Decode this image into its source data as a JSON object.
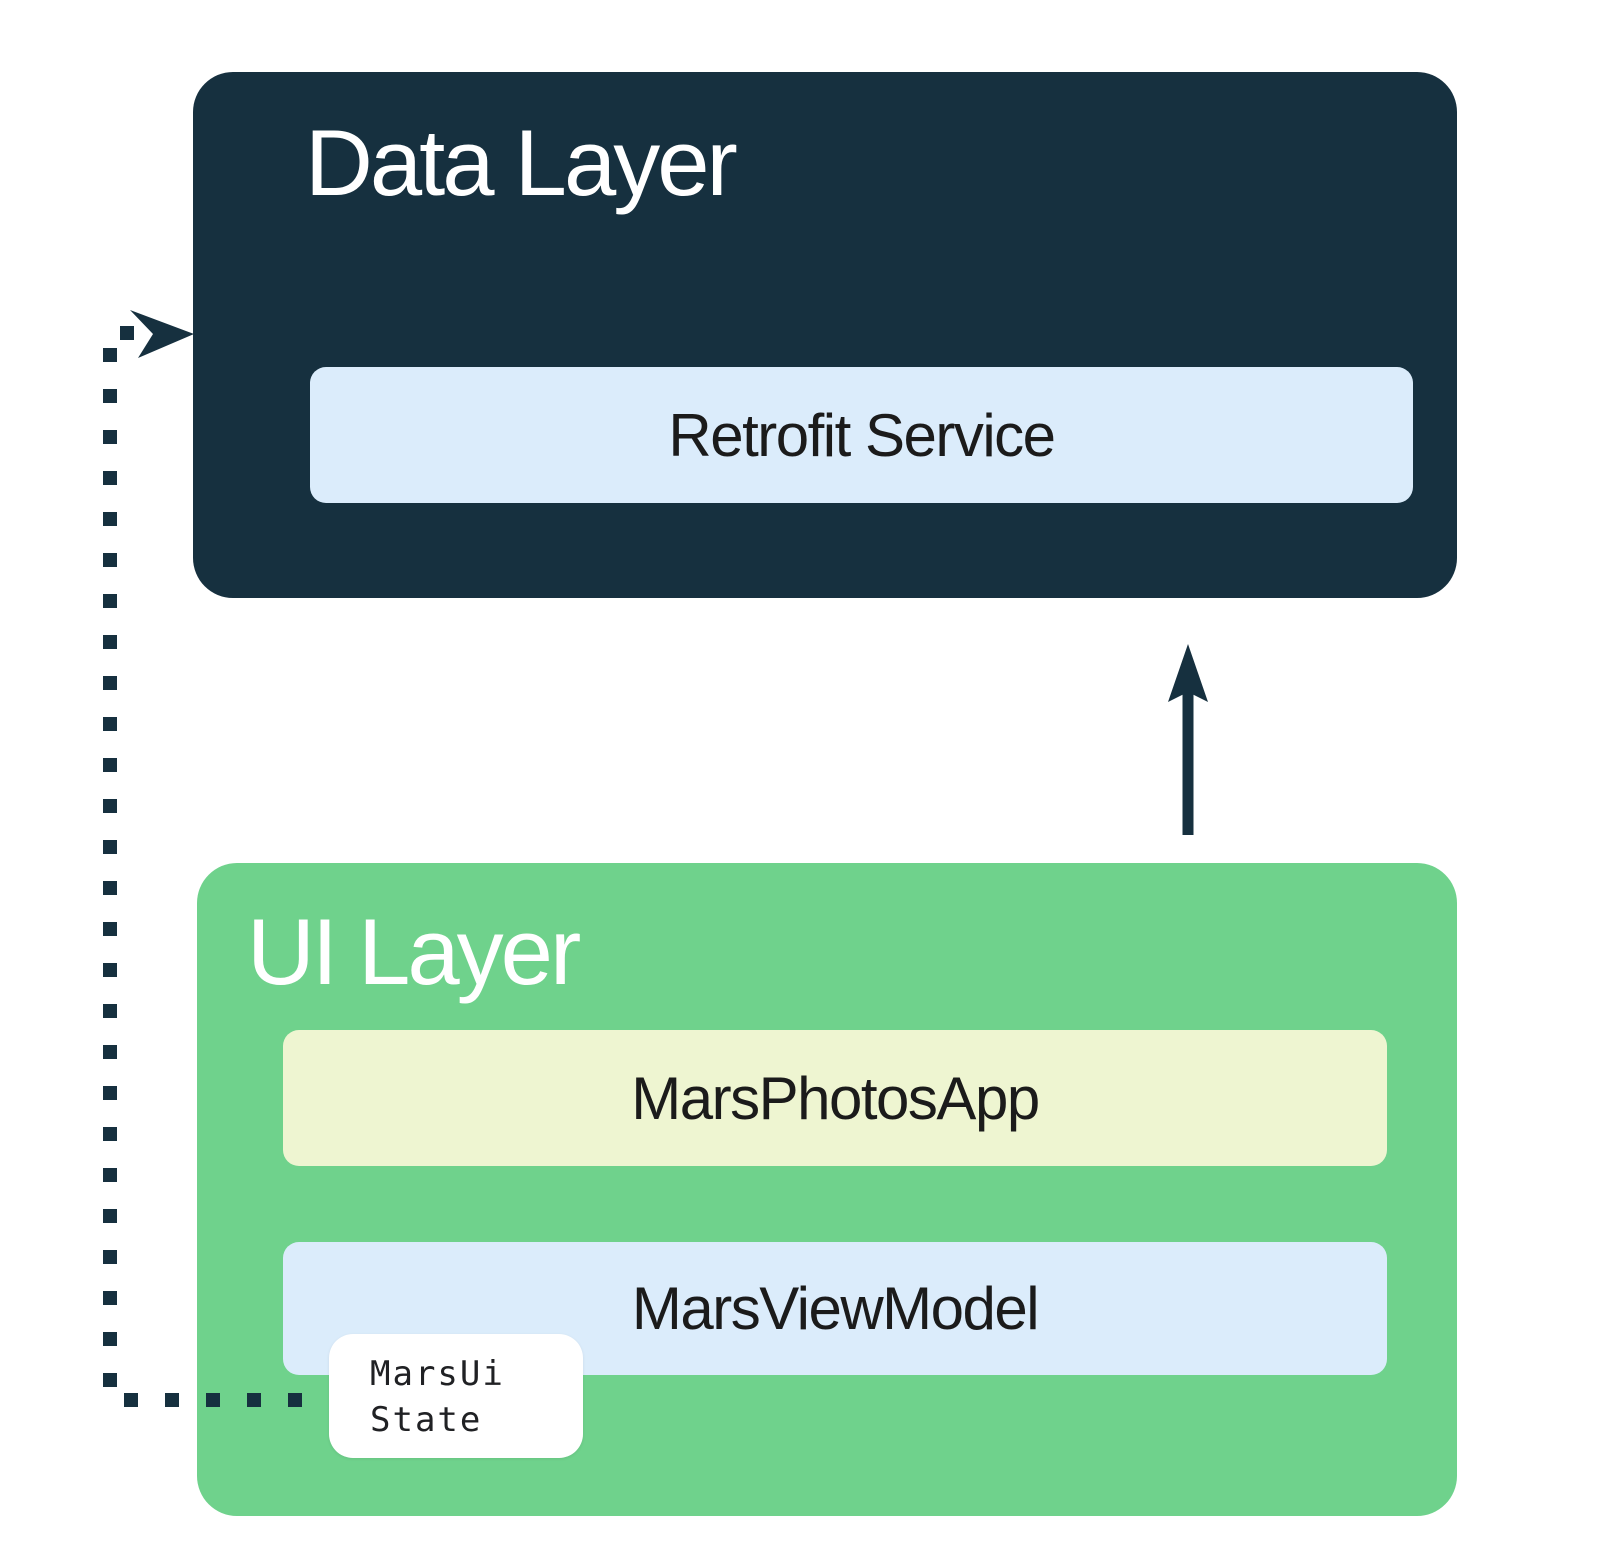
{
  "colors": {
    "dark_navy": "#16303f",
    "green": "#6fd28c",
    "light_blue": "#dbecfb",
    "pale_yellow": "#eef5d1",
    "white": "#ffffff",
    "label_text": "#1b1b1b",
    "mono_text": "#202124"
  },
  "data_layer": {
    "title": "Data Layer",
    "children": [
      {
        "label": "Retrofit Service"
      }
    ]
  },
  "ui_layer": {
    "title": "UI Layer",
    "children": [
      {
        "label": "MarsPhotosApp"
      },
      {
        "label": "MarsViewModel"
      }
    ]
  },
  "state_box": {
    "label": "MarsUi\nState"
  },
  "connectors": {
    "up_arrow_icon": "solid-up-arrow",
    "dotted_path_icon": "dotted-elbow-connector",
    "dotted_arrowhead_icon": "chevron-right-arrowhead"
  }
}
